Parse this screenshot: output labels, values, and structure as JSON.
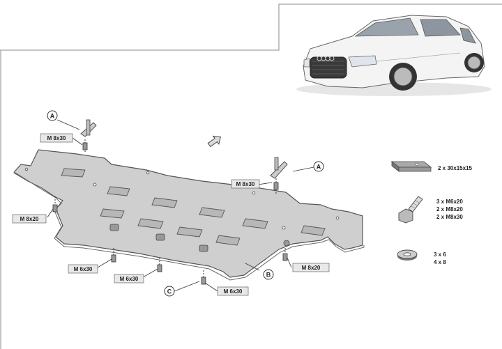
{
  "callouts": {
    "a_top_left": "A",
    "a_right": "A",
    "b": "B",
    "c": "C"
  },
  "bolt_labels": {
    "top_left": "M 8x30",
    "top_center": "M 8x30",
    "left": "M 8x20",
    "bottom_left": "M 6x30",
    "bottom_mid": "M 6x30",
    "bottom_center": "M 6x30",
    "right": "M 8x20"
  },
  "parts": {
    "plate": "2 x 30x15x15",
    "bolts": [
      "3 x  M6x20",
      "2 x  M8x20",
      "2 x  M8x30"
    ],
    "washers": [
      "3  x    6",
      "4  x    8"
    ]
  },
  "icons": {
    "car": "car-photo",
    "direction": "direction-arrow-icon"
  },
  "colors": {
    "plate_fill": "#cfcfcf",
    "plate_stroke": "#555555",
    "line": "#333333"
  }
}
